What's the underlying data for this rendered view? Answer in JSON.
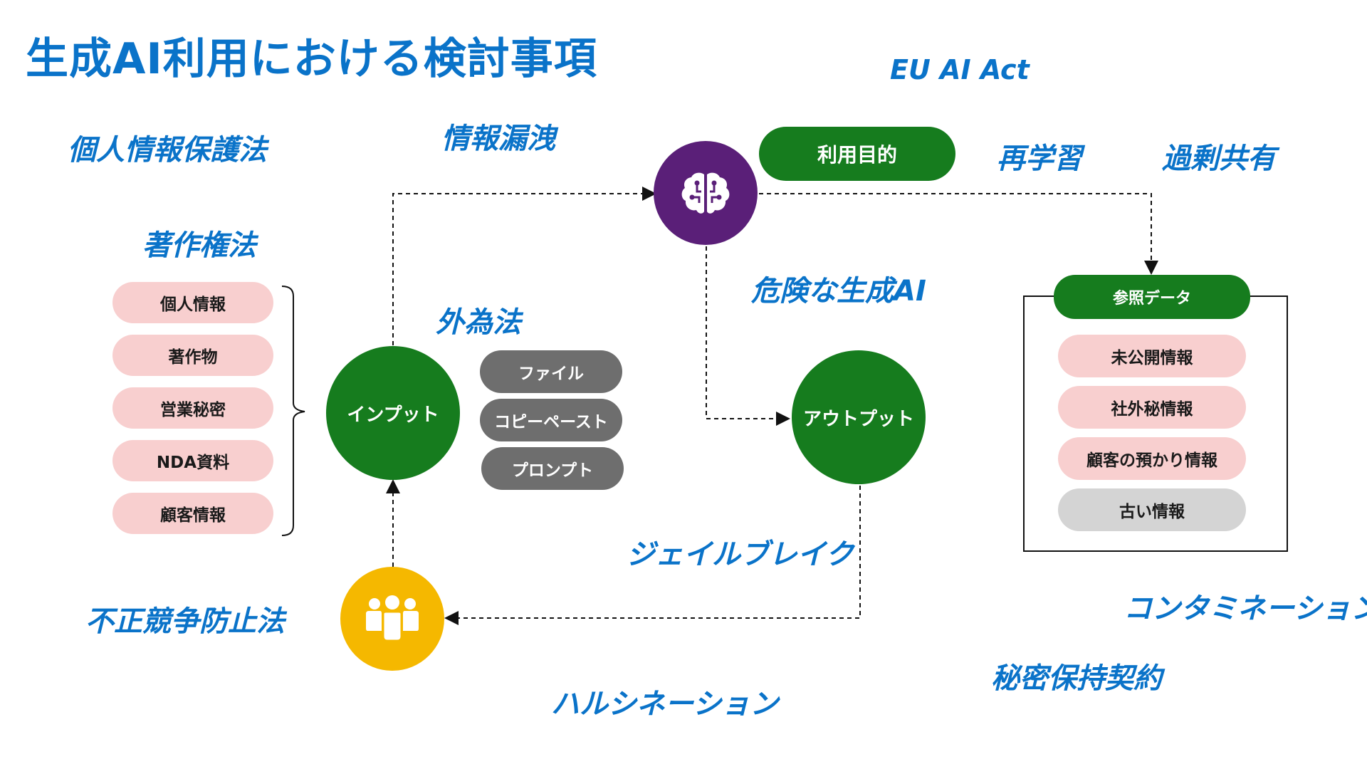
{
  "title": "生成AI利用における検討事項",
  "keywords": {
    "eu_ai_act": "EU AI Act",
    "privacy_law": "個人情報保護法",
    "info_leak": "情報漏洩",
    "relearn": "再学習",
    "oversharing": "過剰共有",
    "copyright_law": "著作権法",
    "dangerous_ai": "危険な生成AI",
    "forex_law": "外為法",
    "jailbreak": "ジェイルブレイク",
    "contamination": "コンタミネーション",
    "unfair_comp_law": "不正競争防止法",
    "nda_contract": "秘密保持契約",
    "hallucination": "ハルシネーション"
  },
  "input_items": [
    "個人情報",
    "著作物",
    "営業秘密",
    "NDA資料",
    "顧客情報"
  ],
  "input_label": "インプット",
  "input_methods": [
    "ファイル",
    "コピーペースト",
    "プロンプト"
  ],
  "ai_node": {
    "icon": "brain-circuit-icon",
    "color": "#5a1f78"
  },
  "purpose_label": "利用目的",
  "output_label": "アウトプット",
  "users_node": {
    "icon": "users-group-icon",
    "color": "#f5b800"
  },
  "reference": {
    "header": "参照データ",
    "items": [
      {
        "label": "未公開情報",
        "style": "pink"
      },
      {
        "label": "社外秘情報",
        "style": "pink"
      },
      {
        "label": "顧客の預かり情報",
        "style": "pink"
      },
      {
        "label": "古い情報",
        "style": "gray"
      }
    ]
  },
  "colors": {
    "accent_blue": "#0a73c9",
    "green": "#167c1e",
    "pink": "#f8cfcf",
    "gray": "#d4d4d4",
    "dark_gray": "#6e6e6e"
  }
}
